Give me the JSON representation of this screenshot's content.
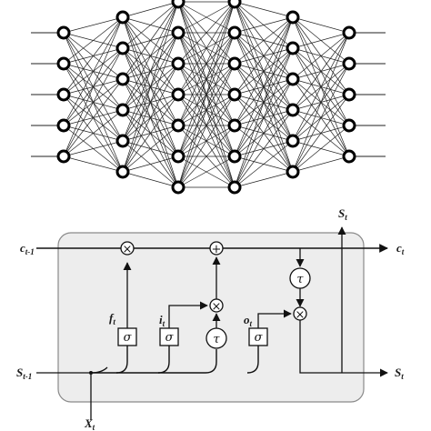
{
  "network": {
    "layers": [
      5,
      6,
      7,
      7,
      6,
      5
    ]
  },
  "lstm": {
    "labels": {
      "c_prev": "c",
      "c_prev_sub": "t-1",
      "c_next": "c",
      "c_next_sub": "t",
      "s_prev": "S",
      "s_prev_sub": "t-1",
      "s_next": "S",
      "s_next_sub": "t",
      "s_top": "S",
      "s_top_sub": "t",
      "x": "X",
      "x_sub": "t",
      "f": "f",
      "f_sub": "t",
      "i": "i",
      "i_sub": "t",
      "o": "o",
      "o_sub": "t"
    },
    "symbols": {
      "sigma": "σ",
      "tau": "τ",
      "times": "×",
      "plus": "+"
    }
  }
}
